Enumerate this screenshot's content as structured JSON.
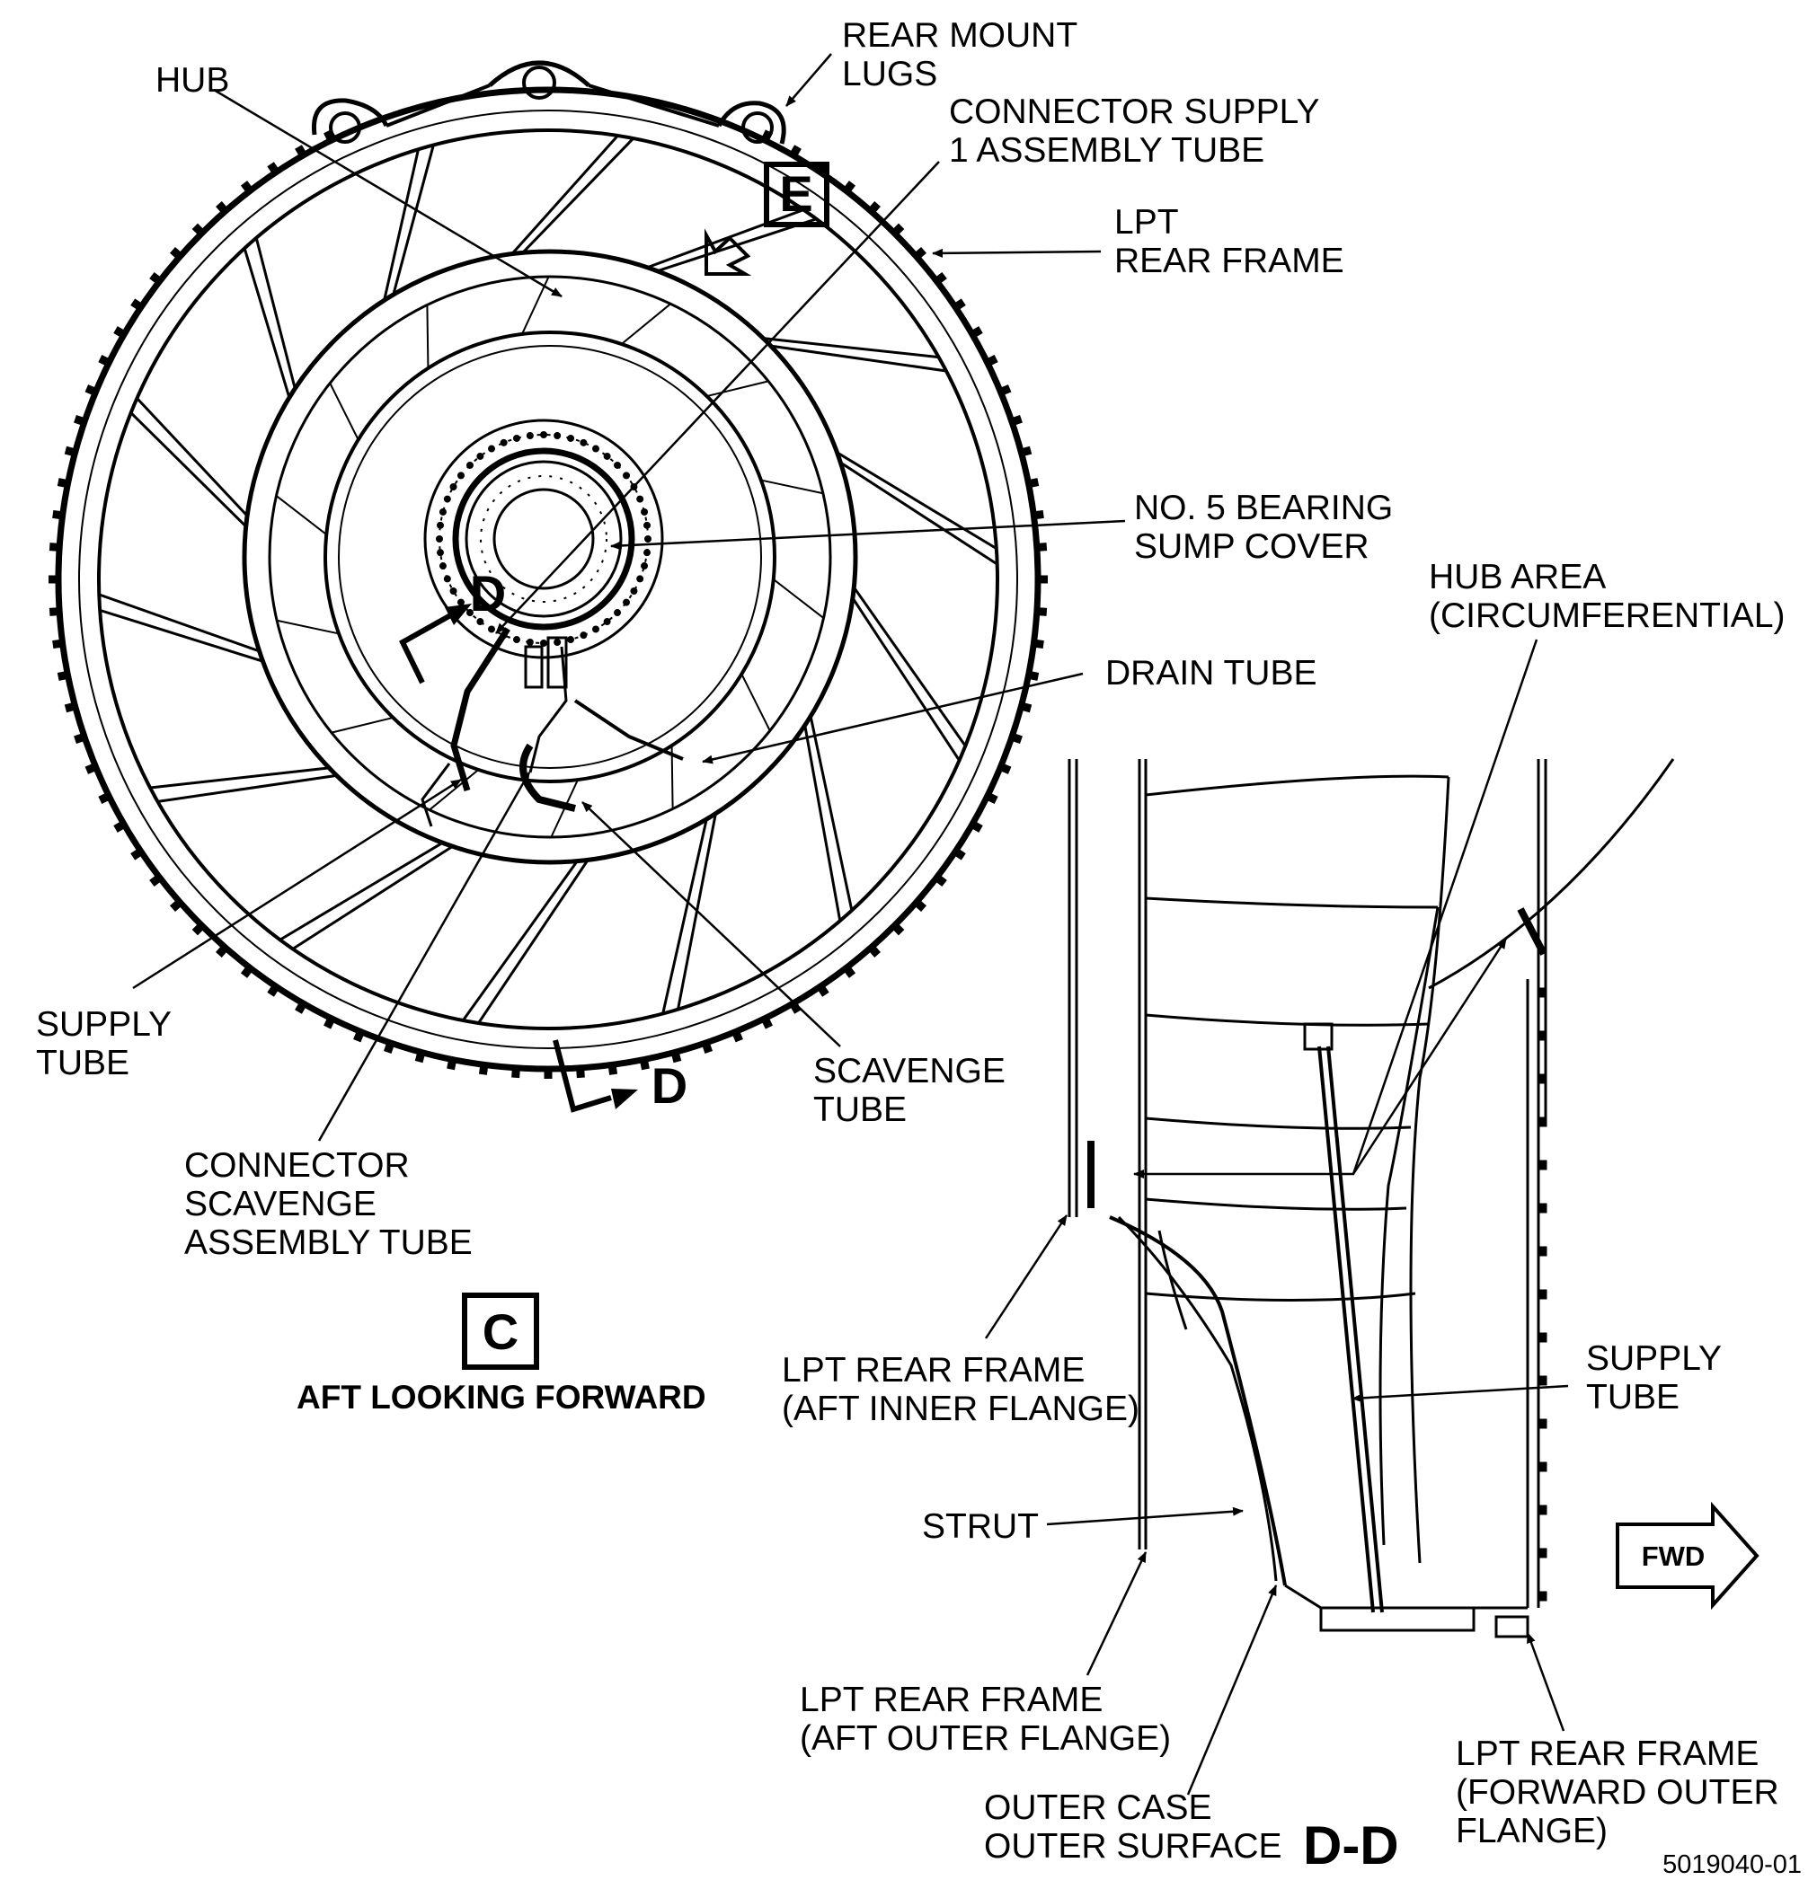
{
  "figure_number": "5019040-01",
  "view_c": {
    "view_letter": "C",
    "caption": "AFT LOOKING FORWARD",
    "detail_flag": "E",
    "section_marker": "D",
    "labels": {
      "hub": "HUB",
      "rear_mount_lugs": [
        "REAR MOUNT",
        "LUGS"
      ],
      "connector_supply": [
        "CONNECTOR SUPPLY",
        "1 ASSEMBLY TUBE"
      ],
      "lpt_rear_frame": [
        "LPT",
        "REAR FRAME"
      ],
      "no5_bearing": [
        "NO. 5 BEARING",
        "SUMP COVER"
      ],
      "drain_tube": [
        "DRAIN TUBE"
      ],
      "supply_tube": [
        "SUPPLY",
        "TUBE"
      ],
      "scavenge_tube": [
        "SCAVENGE",
        "TUBE"
      ],
      "connector_scavenge": [
        "CONNECTOR",
        "SCAVENGE",
        "ASSEMBLY TUBE"
      ]
    }
  },
  "section_dd": {
    "title": "D-D",
    "fwd_label": "FWD",
    "labels": {
      "hub_area": [
        "HUB AREA",
        "(CIRCUMFERENTIAL)"
      ],
      "aft_inner_flange": [
        "LPT REAR FRAME",
        "(AFT INNER FLANGE)"
      ],
      "supply_tube": [
        "SUPPLY",
        "TUBE"
      ],
      "strut": [
        "STRUT"
      ],
      "aft_outer_flange": [
        "LPT REAR FRAME",
        "(AFT OUTER FLANGE)"
      ],
      "outer_case": [
        "OUTER CASE",
        "OUTER SURFACE"
      ],
      "fwd_outer_flange": [
        "LPT REAR FRAME",
        "(FORWARD OUTER",
        "FLANGE)"
      ]
    }
  }
}
